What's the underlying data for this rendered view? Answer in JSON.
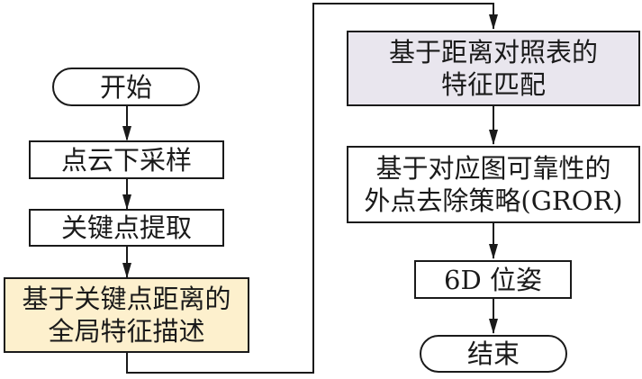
{
  "flowchart": {
    "start": "开始",
    "steps_left": [
      "点云下采样",
      "关键点提取"
    ],
    "global_feature": [
      "基于关键点距离的",
      "全局特征描述"
    ],
    "matching": [
      "基于距离对照表的",
      "特征匹配"
    ],
    "outlier_removal": [
      "基于对应图可靠性的",
      "外点去除策略(GROR)"
    ],
    "pose": "6D 位姿",
    "end": "结束"
  },
  "colors": {
    "global_feature_fill": "#fdf0cd",
    "matching_fill": "#e9e6ee",
    "stroke": "#1a1a1a"
  }
}
